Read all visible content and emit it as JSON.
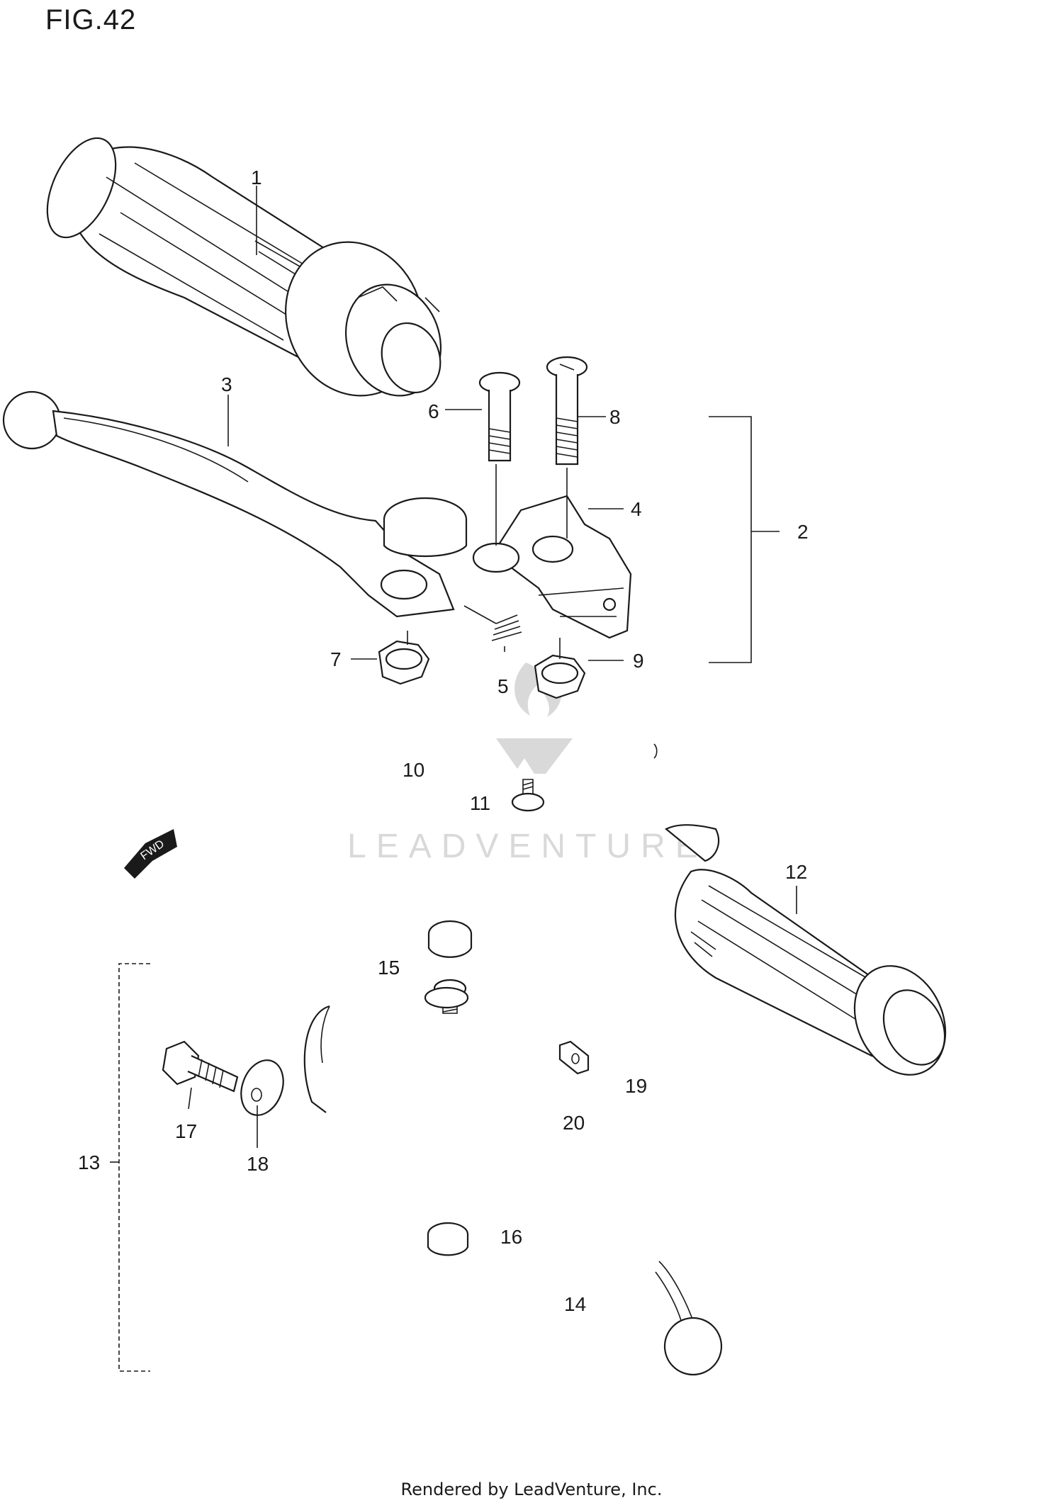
{
  "figure": {
    "title": "FIG.42"
  },
  "watermark": {
    "text": "LEADVENTURE",
    "color": "#d9d9d9"
  },
  "direction_badge": {
    "text": "FWD",
    "icon": "forward-arrow-icon"
  },
  "callouts": [
    "1",
    "2",
    "3",
    "4",
    "5",
    "6",
    "7",
    "8",
    "9",
    "10",
    "11",
    "12",
    "13",
    "14",
    "15",
    "16",
    "17",
    "18",
    "19",
    "20"
  ],
  "footer": {
    "text": "Rendered by LeadVenture, Inc."
  }
}
